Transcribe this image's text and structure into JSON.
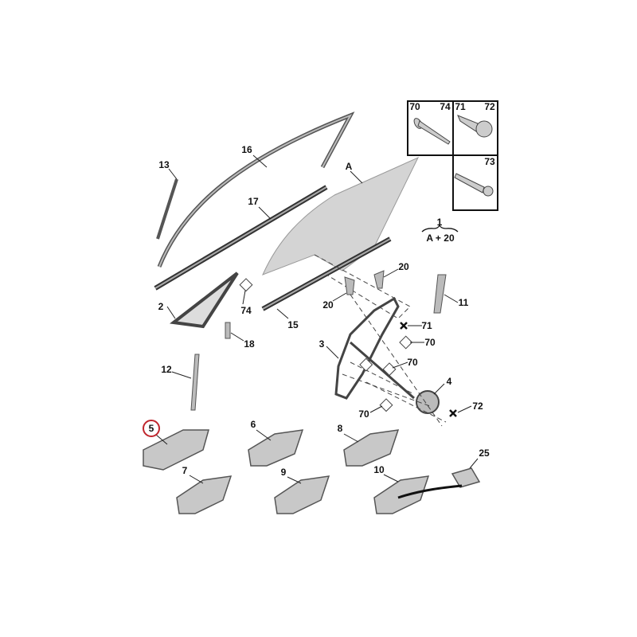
{
  "title": "Front door window glass and window regulator parts diagram",
  "fastener_box": {
    "cell1": {
      "left": "70",
      "right": "74"
    },
    "cell2": {
      "left": "71",
      "right": "72"
    },
    "cell3": {
      "right": "73"
    }
  },
  "kit": {
    "number": "1",
    "contents": "A + 20"
  },
  "callouts": {
    "c16": "16",
    "c13": "13",
    "cA": "A",
    "c17": "17",
    "c20a": "20",
    "c20b": "20",
    "c74": "74",
    "c2": "2",
    "c15": "15",
    "c11": "11",
    "c71": "71",
    "c18": "18",
    "c3": "3",
    "c70a": "70",
    "c70b": "70",
    "c4": "4",
    "c72": "72",
    "c70c": "70",
    "c12": "12",
    "c5": "5",
    "c6": "6",
    "c8": "8",
    "c25": "25",
    "c7": "7",
    "c9": "9",
    "c10": "10"
  },
  "highlighted_part": "5",
  "colors": {
    "highlight": "#c0262d",
    "part_fill": "#c8c8c8",
    "glass": "#d4d4d4"
  }
}
